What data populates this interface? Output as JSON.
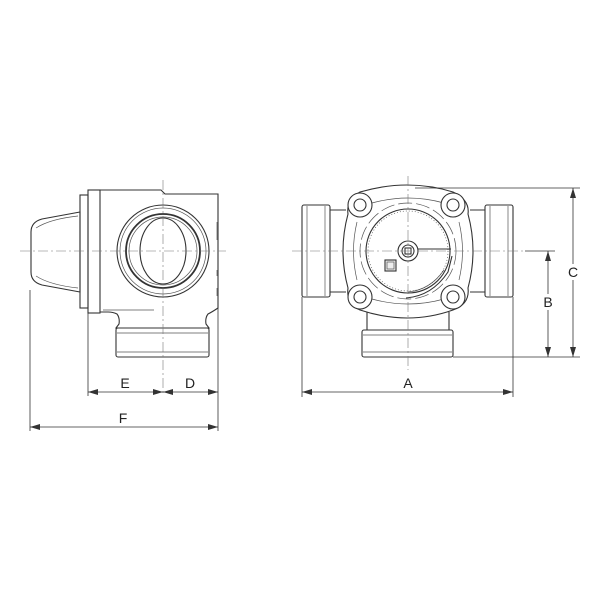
{
  "dimension_labels": {
    "A": "A",
    "B": "B",
    "C": "C",
    "D": "D",
    "E": "E",
    "F": "F"
  },
  "line_color": "#333333"
}
